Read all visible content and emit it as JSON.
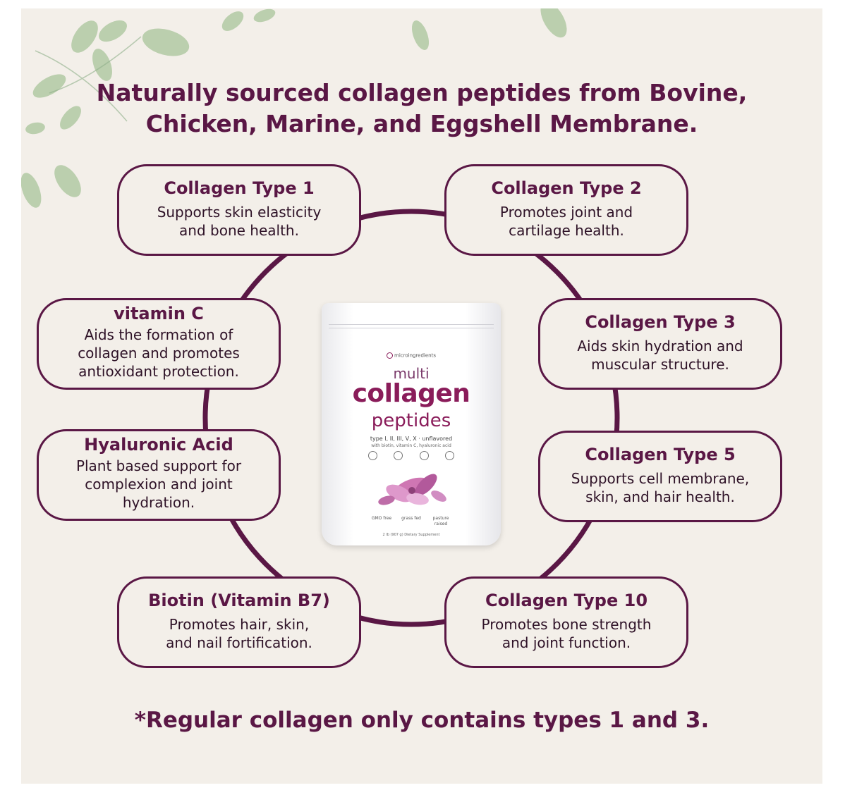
{
  "headline": {
    "line1": "Naturally sourced collagen peptides from Bovine,",
    "line2": "Chicken, Marine, and Eggshell Membrane."
  },
  "cards": {
    "type1": {
      "title": "Collagen Type 1",
      "line1": "Supports skin elasticity",
      "line2": "and bone health."
    },
    "type2": {
      "title": "Collagen Type 2",
      "line1": "Promotes joint and",
      "line2": "cartilage health."
    },
    "vitamin_c": {
      "title": "vitamin C",
      "line1": "Aids the formation of",
      "line2": "collagen and promotes",
      "line3": "antioxidant protection."
    },
    "type3": {
      "title": "Collagen Type 3",
      "line1": "Aids skin hydration and",
      "line2": "muscular structure."
    },
    "hyaluronic": {
      "title": "Hyaluronic Acid",
      "line1": "Plant based support for",
      "line2": "complexion and joint",
      "line3": "hydration."
    },
    "type5": {
      "title": "Collagen Type 5",
      "line1": "Supports cell membrane,",
      "line2": "skin, and hair health."
    },
    "biotin": {
      "title": "Biotin (Vitamin B7)",
      "line1": "Promotes hair, skin,",
      "line2": "and nail fortification."
    },
    "type10": {
      "title": "Collagen Type 10",
      "line1": "Promotes bone strength",
      "line2": "and joint function."
    }
  },
  "product": {
    "brand": "microingredients",
    "name_line1": "multi",
    "name_line2": "collagen",
    "name_line3": "peptides",
    "types": "type I, II, III, V, X · unflavored",
    "with": "with biotin, vitamin C, hyaluronic acid",
    "claims": [
      "GMO free",
      "grass fed",
      "pasture raised"
    ],
    "weight": "2 lb (907 g) Dietary Supplement"
  },
  "footnote": "*Regular collagen only contains types 1 and 3.",
  "colors": {
    "accent": "#5a1745",
    "background": "#f3efe9",
    "leaf": "#a9c49a"
  },
  "icons": [
    "leaf-icon",
    "product-icon"
  ]
}
